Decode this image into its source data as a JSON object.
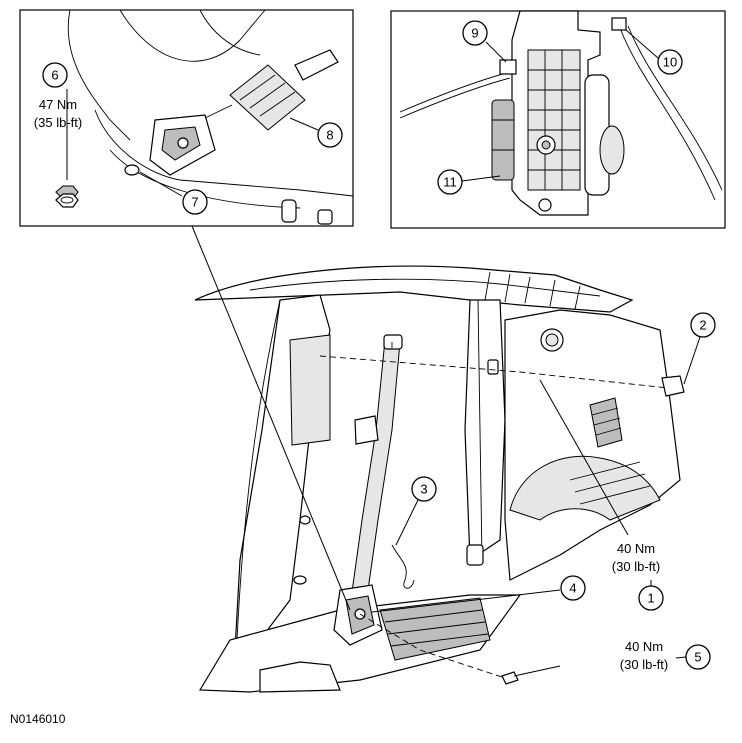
{
  "figure_code": "N0146010",
  "callouts": {
    "c1": "1",
    "c2": "2",
    "c3": "3",
    "c4": "4",
    "c5": "5",
    "c6": "6",
    "c7": "7",
    "c8": "8",
    "c9": "9",
    "c10": "10",
    "c11": "11"
  },
  "torque_specs": {
    "item1": {
      "metric": "40 Nm",
      "imperial": "(30 lb-ft)"
    },
    "item5": {
      "metric": "40 Nm",
      "imperial": "(30 lb-ft)"
    },
    "item6": {
      "metric": "47 Nm",
      "imperial": "(35 lb-ft)"
    }
  }
}
